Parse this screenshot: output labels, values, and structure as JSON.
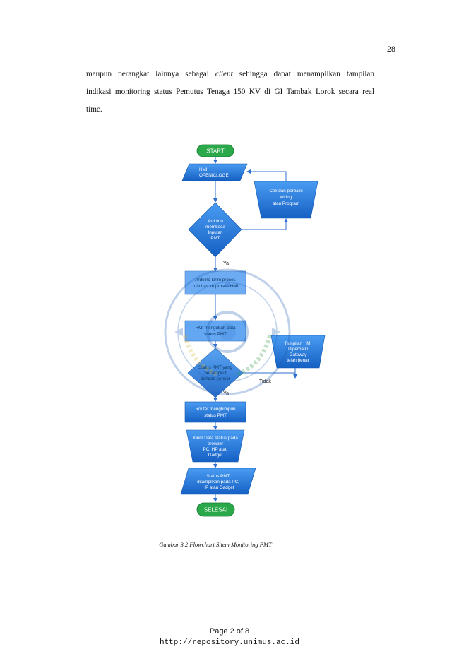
{
  "header": {
    "page_number": "28"
  },
  "paragraph": {
    "line1_pre": "maupun perangkat lainnya sebagai ",
    "line1_em": "client",
    "line1_post": " sehingga dapat menampilkan tampilan",
    "line2": "indikasi monitoring status Pemutus Tenaga 150 KV di GI Tambak Lorok secara real",
    "line3": "time."
  },
  "flowchart": {
    "start": "START",
    "input": [
      "HMI",
      "OPENICLOGE"
    ],
    "decision1": [
      "Arduino",
      "membaca",
      "Inputan",
      "PMT"
    ],
    "yes1": "Ya",
    "process1": [
      "Arduino kirim proses",
      "rutinitas ke proses HMI"
    ],
    "process2": [
      "HMI mengubah data",
      "status PMT"
    ],
    "decision2": [
      "Status PMT yang",
      "bersangkut",
      "dengan sensor"
    ],
    "no2": "Tidak",
    "yes2": "Ya",
    "check": [
      "Cek dan perbaiki",
      "wiring",
      "atau Program"
    ],
    "side_manual": [
      "Tampilan HMI",
      "Diperbaiki",
      "Gateway",
      "telah benar"
    ],
    "router": [
      "Router menghimpun",
      "status PMT"
    ],
    "data": [
      "Kirim Data status pada",
      "browser",
      "PC, HP atau",
      "Gadget"
    ],
    "output": [
      "Status PMT",
      "ditampilkan pada PC,",
      "HP atau Gadget"
    ],
    "end": "SELESAI"
  },
  "caption": "Gambar 3.2  Flowchart Sitem Monitoring PMT",
  "footer": {
    "page": "Page 2 of 8",
    "url": "http://repository.unimus.ac.id"
  },
  "colors": {
    "terminal": "#2aa84a",
    "shape_blue": "#1f73d6",
    "shape_light": "#3d91f0",
    "arrow": "#2f6fd0",
    "watermark_gold": "#d7b53c",
    "watermark_green": "#2a9a3f"
  }
}
